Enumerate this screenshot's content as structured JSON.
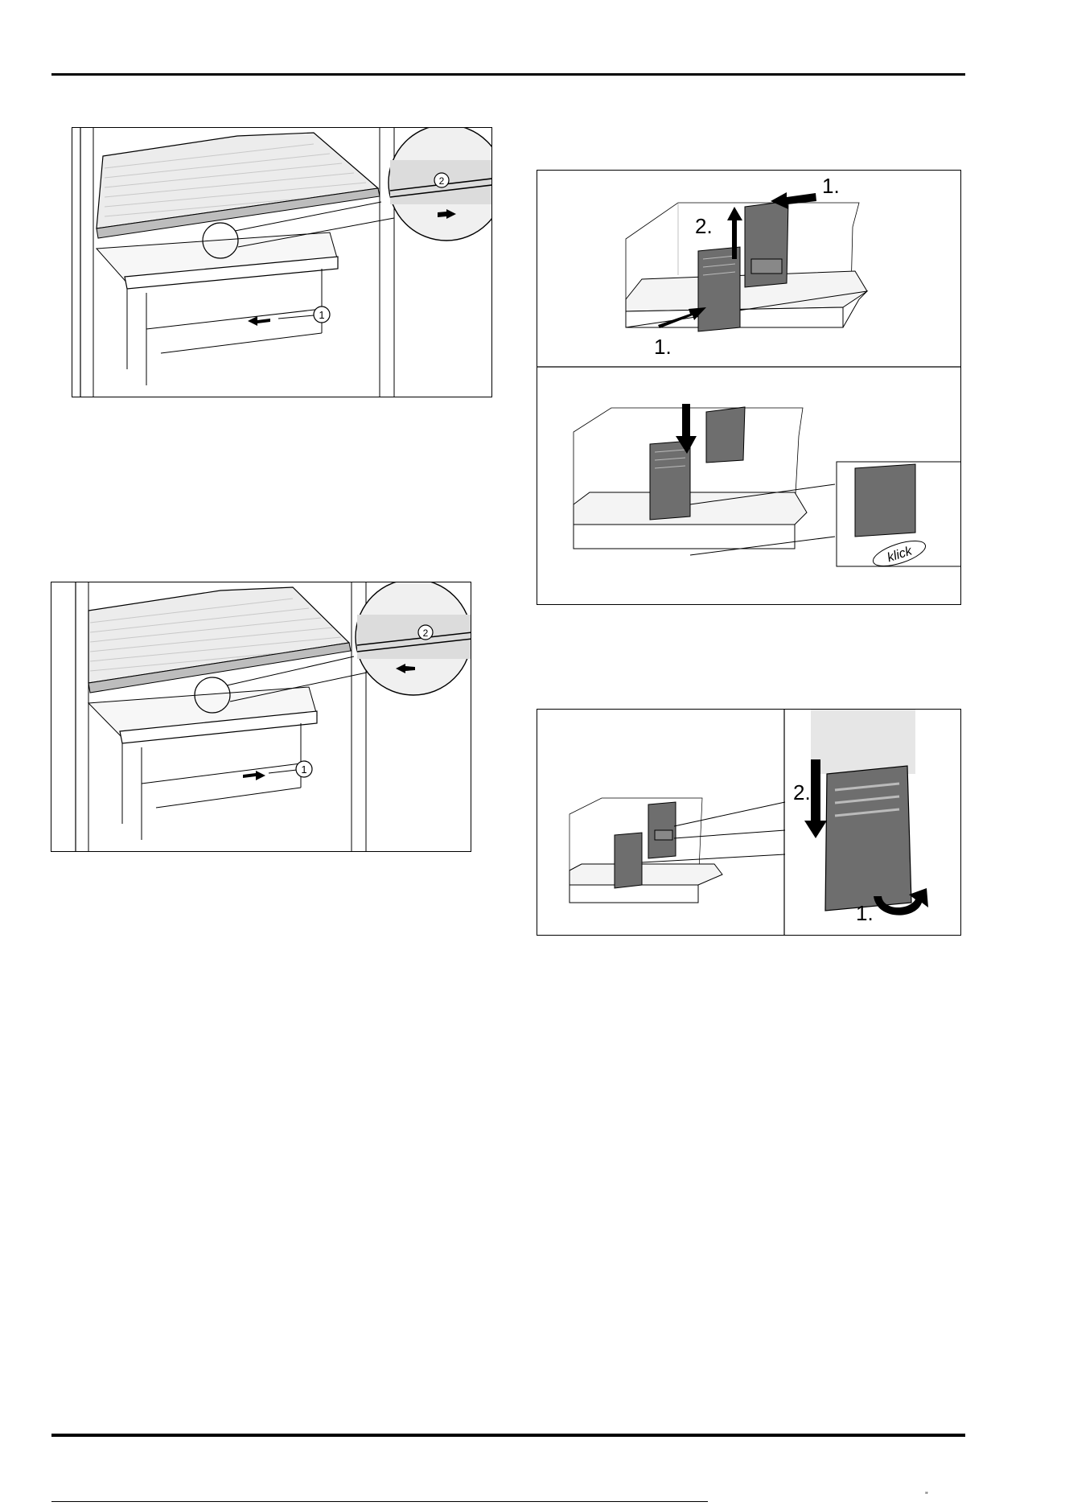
{
  "figures": {
    "shelf_remove": {
      "callout_1": "1",
      "callout_2": "2"
    },
    "shelf_insert": {
      "callout_1": "1",
      "callout_2": "2"
    },
    "drawer_cover": {
      "step_push": "1.",
      "step_lift": "2.",
      "step_push_lower": "1.",
      "click_label": "klick"
    },
    "cover_attach": {
      "step_down": "2.",
      "step_rotate": "1."
    }
  },
  "footer": {
    "mark": "”"
  },
  "colors": {
    "line": "#000000",
    "panel": "#6e6e6e",
    "shelf": "#e6e6e6"
  }
}
